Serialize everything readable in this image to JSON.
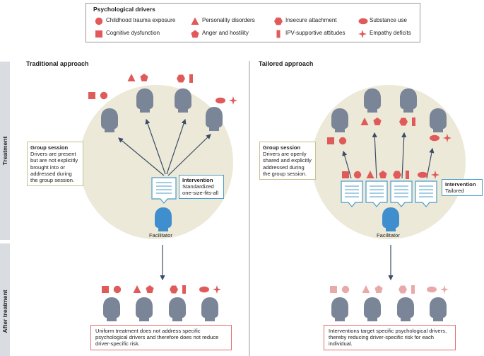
{
  "legend": {
    "title": "Psychological drivers",
    "items": [
      {
        "shape": "circle",
        "label": "Childhood trauma exposure"
      },
      {
        "shape": "triangle",
        "label": "Personality disorders"
      },
      {
        "shape": "hexagon",
        "label": "Insecure attachment"
      },
      {
        "shape": "ellipse",
        "label": "Substance use"
      },
      {
        "shape": "square",
        "label": "Cognitive dysfunction"
      },
      {
        "shape": "pentagon",
        "label": "Anger and hostility"
      },
      {
        "shape": "bar",
        "label": "IPV-supportive attitudes"
      },
      {
        "shape": "star",
        "label": "Empathy deficits"
      }
    ]
  },
  "rows": {
    "treatment": "Treatment",
    "after": "After treatment"
  },
  "traditional": {
    "heading": "Traditional approach",
    "group_title": "Group session",
    "group_text": "Drivers are present but are not explicitly brought into or addressed during the group session.",
    "intervention_title": "Intervention",
    "intervention_text": "Standardized one-size-fits-all",
    "facilitator": "Facilitator",
    "outcome": "Uniform treatment does not address specific psychological drivers and therefore does not reduce driver-specific risk."
  },
  "tailored": {
    "heading": "Tailored approach",
    "group_title": "Group session",
    "group_text": "Drivers are openly shared and explicitly addressed during the group session.",
    "intervention_title": "Intervention",
    "intervention_text": "Tailored",
    "facilitator": "Facilitator",
    "outcome": "Interventions target specific psychological drivers, thereby reducing driver-specific risk for each individual."
  },
  "colors": {
    "driver": "#e05a5a",
    "driver_faded": "#eaa9a9",
    "head": "#7b8598",
    "facilitator": "#3f8fcf",
    "arrow": "#3c4d66",
    "circle": "#ece9d8"
  },
  "icons": [
    "head-icon",
    "document-icon",
    "facilitator-icon"
  ]
}
